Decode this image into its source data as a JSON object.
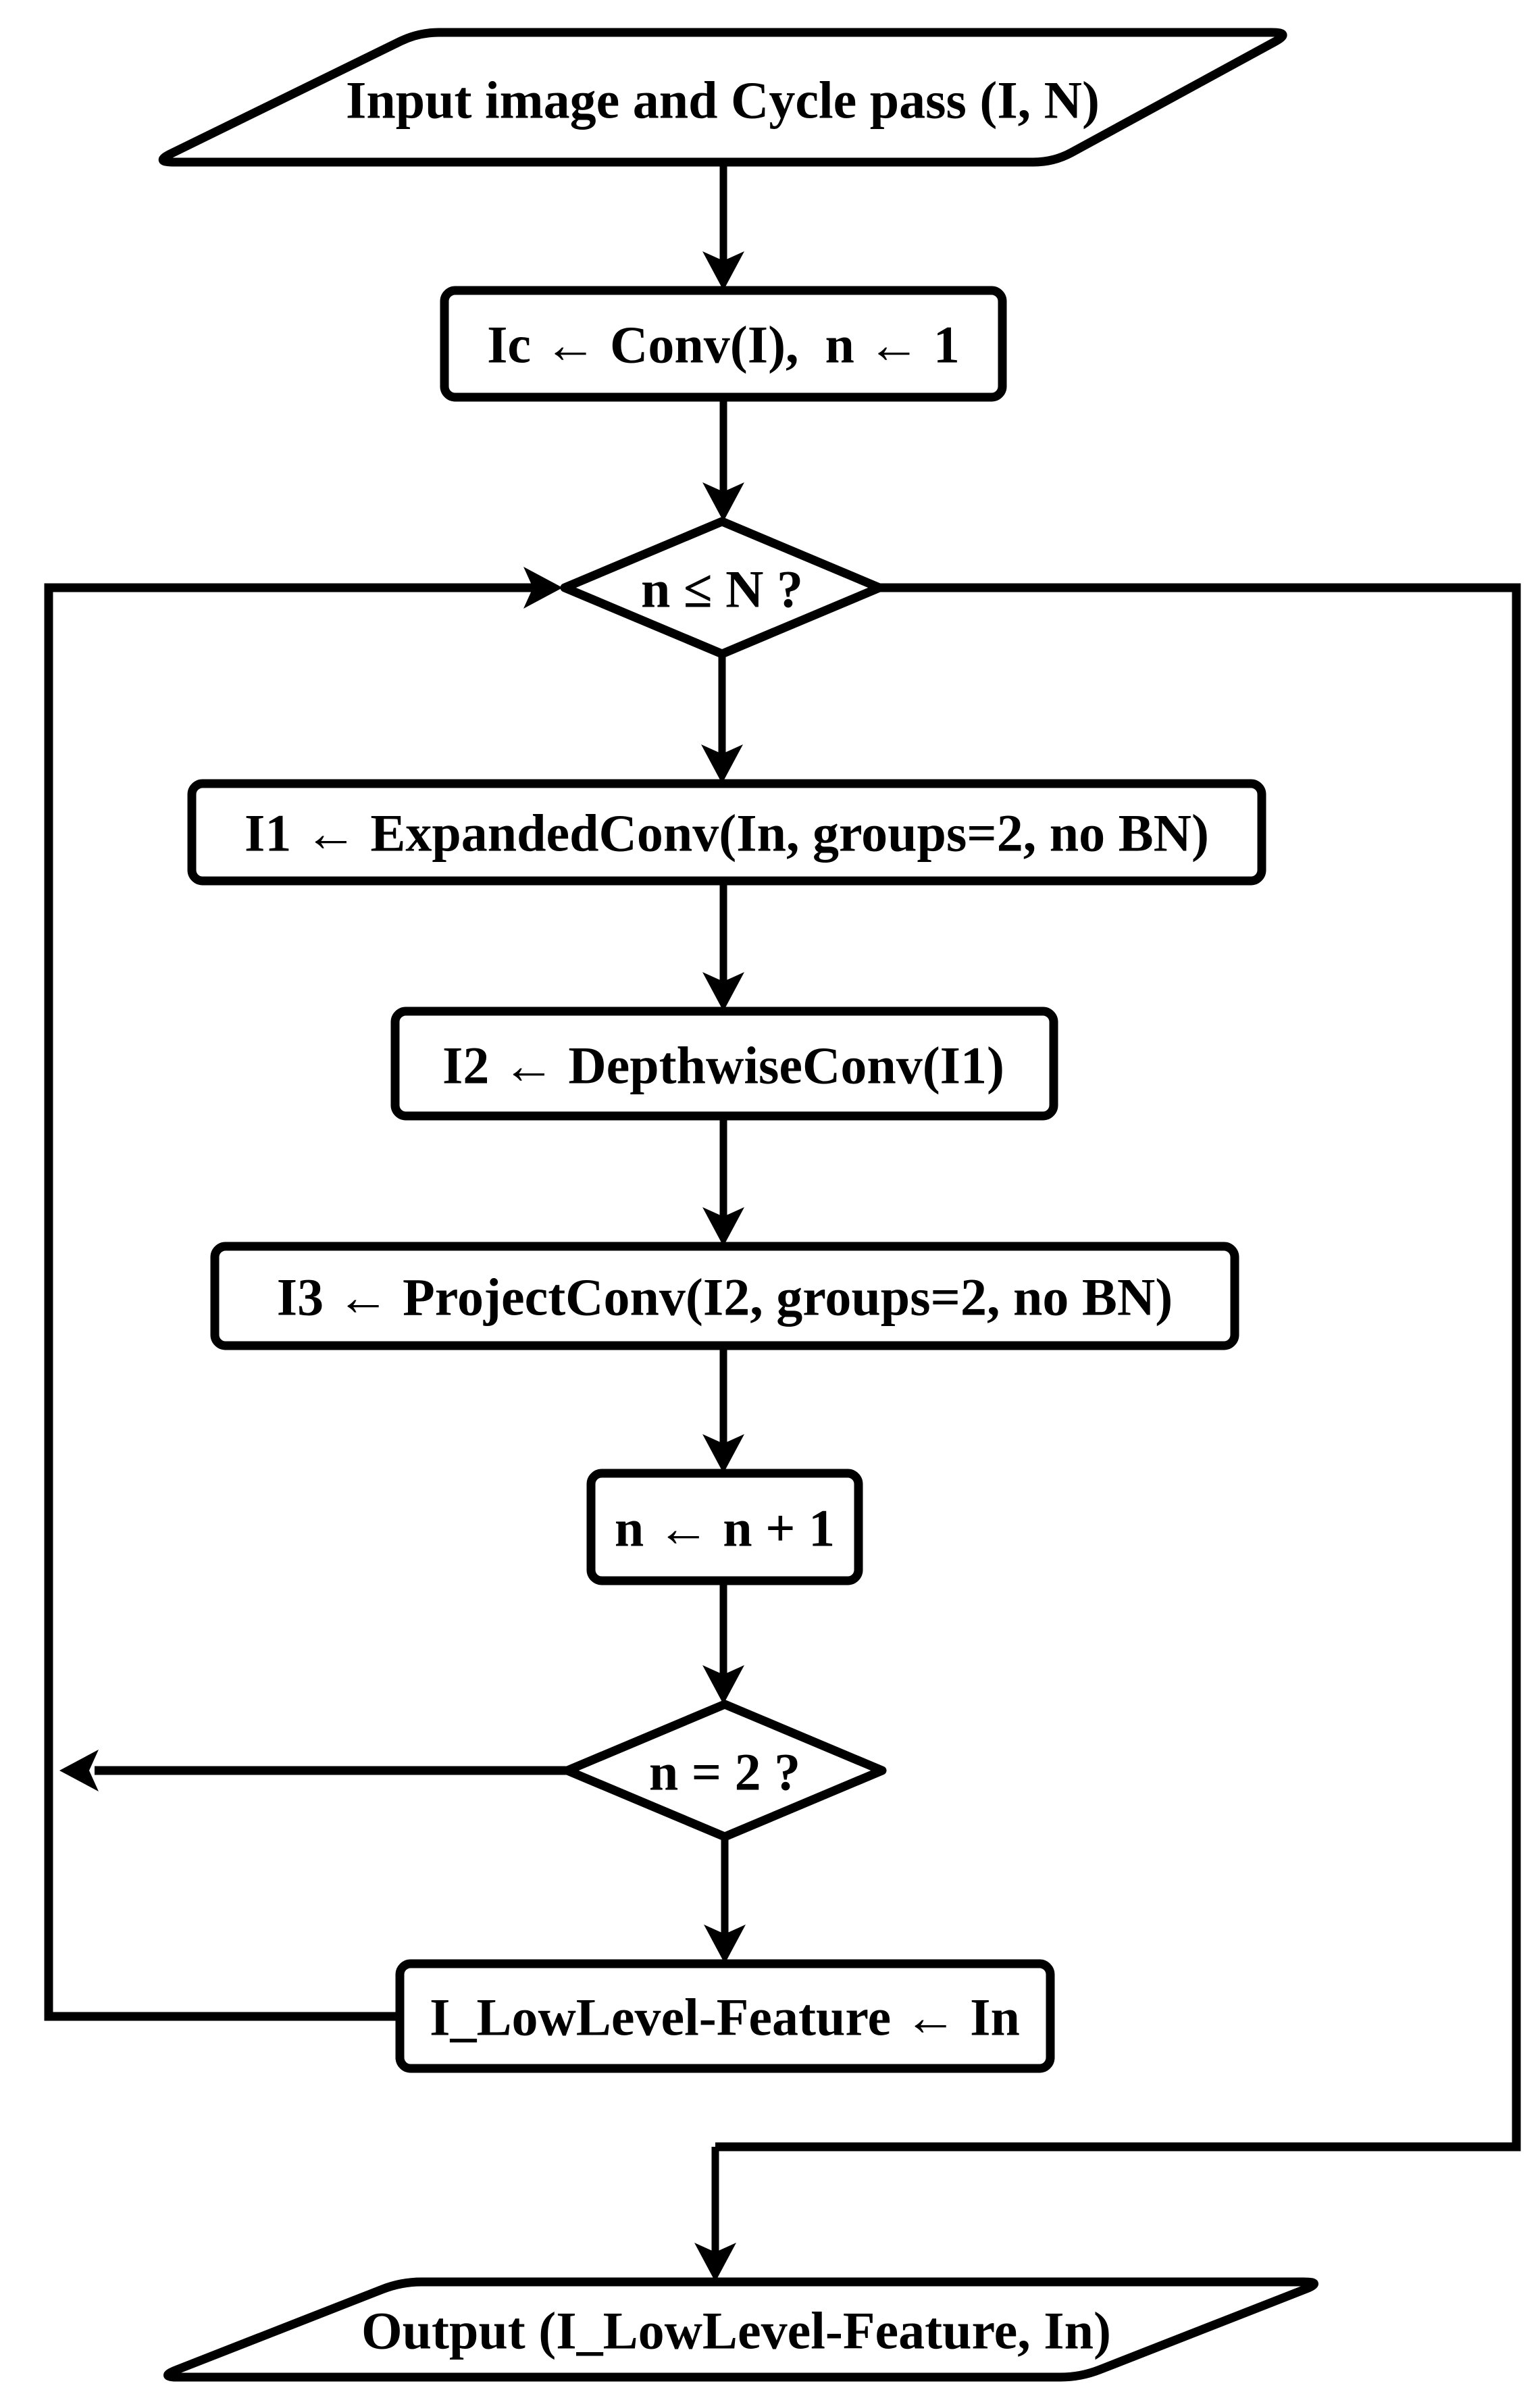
{
  "figure": {
    "type": "flowchart",
    "colors": {
      "background": "#ffffff",
      "line": "#000000",
      "text": "#000000"
    },
    "nodes": {
      "input": {
        "shape": "parallelogram",
        "label": "Input image and Cycle pass (I, N)"
      },
      "init": {
        "shape": "process",
        "label": "Ic ← Conv(I),  n ← 1"
      },
      "loop_check": {
        "shape": "decision",
        "label": "n ≤ N ?"
      },
      "expanded": {
        "shape": "process",
        "label": "I1 ← ExpandedConv(In, groups=2, no BN)"
      },
      "depthwise": {
        "shape": "process",
        "label": "I2 ← DepthwiseConv(I1)"
      },
      "project": {
        "shape": "process",
        "label": "I3 ← ProjectConv(I2, groups=2, no BN)"
      },
      "increment": {
        "shape": "process",
        "label": "n ← n + 1"
      },
      "branch": {
        "shape": "decision",
        "label": "n = 2 ?"
      },
      "assign": {
        "shape": "process",
        "label": "I_LowLevel-Feature ← In"
      },
      "output": {
        "shape": "parallelogram",
        "label": "Output (I_LowLevel-Feature, In)"
      }
    }
  }
}
